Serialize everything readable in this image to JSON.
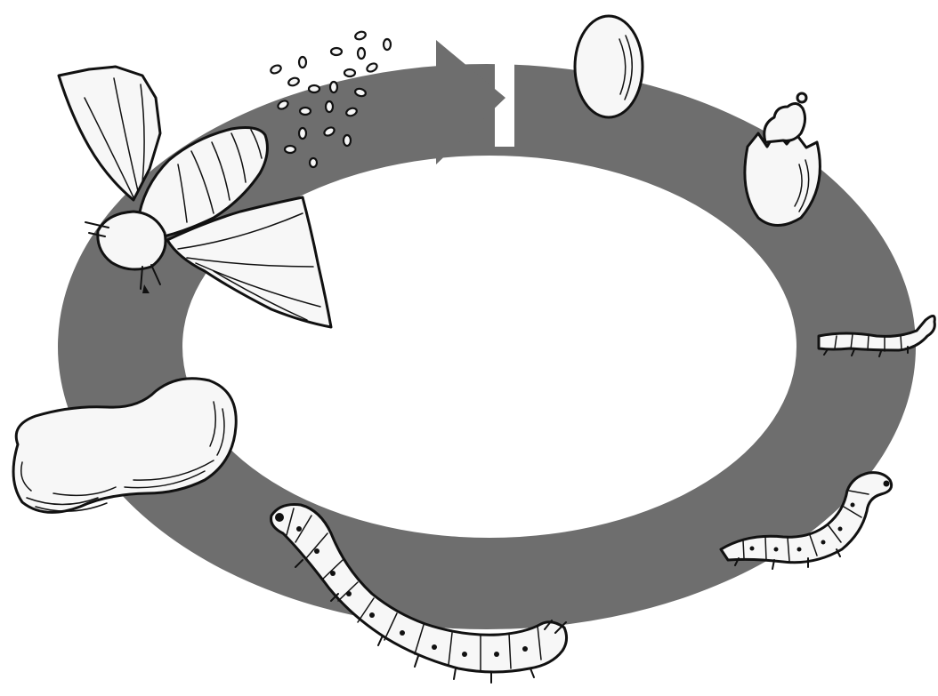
{
  "diagram": {
    "kind": "life-cycle",
    "direction": "clockwise",
    "colors": {
      "background": "#ffffff",
      "ring": "#6e6e6e",
      "outline": "#111111",
      "fill": "#f7f7f7"
    },
    "stages": [
      {
        "id": "eggs-laid",
        "icon": "scattered-eggs-icon"
      },
      {
        "id": "egg",
        "icon": "egg-icon"
      },
      {
        "id": "hatching",
        "icon": "hatching-egg-icon"
      },
      {
        "id": "small-larva",
        "icon": "small-caterpillar-icon"
      },
      {
        "id": "medium-larva",
        "icon": "medium-caterpillar-icon"
      },
      {
        "id": "large-larva",
        "icon": "large-caterpillar-icon"
      },
      {
        "id": "cocoon",
        "icon": "cocoon-icon"
      },
      {
        "id": "adult-moth",
        "icon": "moth-icon"
      }
    ]
  }
}
